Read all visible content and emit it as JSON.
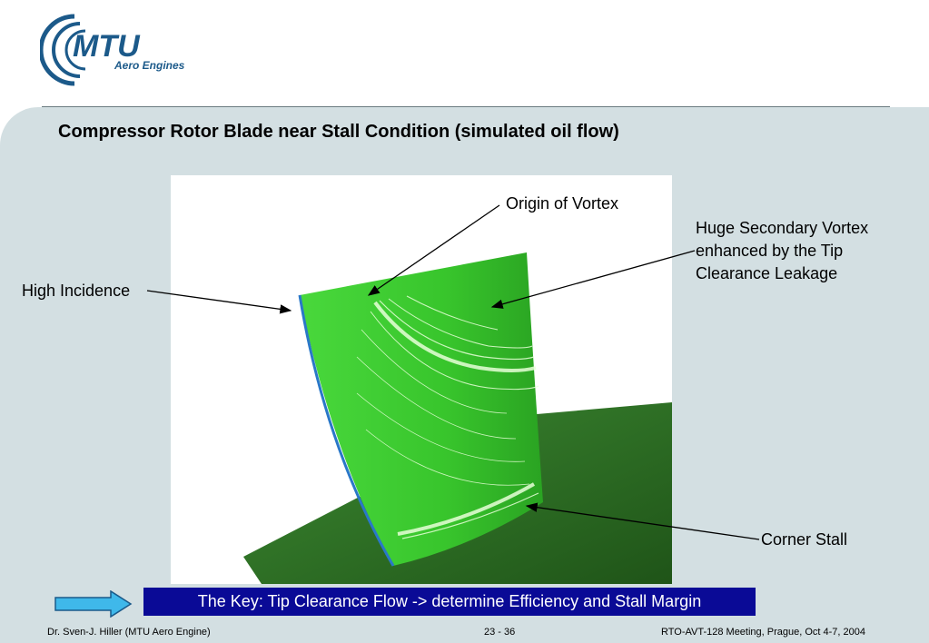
{
  "logo": {
    "brand": "MTU",
    "tagline": "Aero Engines",
    "colors": {
      "primary": "#1c5a8a"
    }
  },
  "slide": {
    "title": "Compressor Rotor Blade near Stall Condition (simulated oil flow)"
  },
  "callouts": {
    "origin_of_vortex": "Origin of Vortex",
    "secondary_vortex": [
      "Huge Secondary Vortex",
      "enhanced by the Tip",
      "Clearance Leakage"
    ],
    "high_incidence": "High Incidence",
    "corner_stall": "Corner Stall"
  },
  "key_message": "The Key:  Tip Clearance Flow  -> determine Efficiency and Stall Margin",
  "footer": {
    "author": "Dr. Sven-J. Hiller (MTU Aero Engine)",
    "page": "23 - 36",
    "event": "RTO-AVT-128 Meeting, Prague, Oct 4-7, 2004"
  },
  "colors": {
    "background": "#d3dfe2",
    "key_box": "#0a0a96",
    "key_arrow": "#3fb8ea",
    "blade": "#3ccc32",
    "hub": "#2a6a22"
  }
}
